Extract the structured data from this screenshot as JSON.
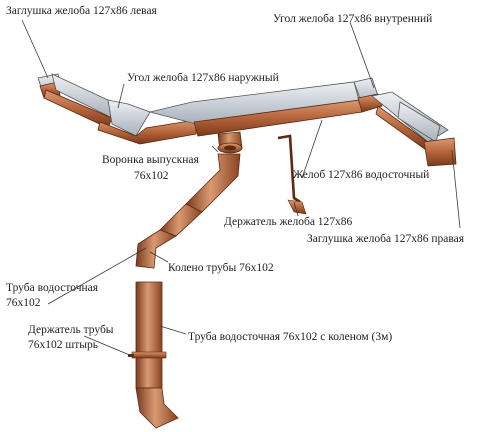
{
  "colors": {
    "copper": "#b5643a",
    "copper_dark": "#7a3a1c",
    "copper_light": "#d99a72",
    "inner": "#cfd5dc",
    "inner_dark": "#9aa3ad",
    "line": "#3a3a3a"
  },
  "labels": {
    "end_cap_left": "Заглушка желоба 127х86 левая",
    "inner_corner": "Угол желоба 127х86 внутренний",
    "outer_corner": "Угол желоба 127х86 наружный",
    "funnel_line1": "Воронка выпускная",
    "funnel_line2": "76х102",
    "gutter": "Желоб 127х86 водосточный",
    "gutter_holder": "Держатель желоба 127х86",
    "end_cap_right": "Заглушка желоба 127х86 правая",
    "elbow": "Колено трубы 76х102",
    "pipe_line1": "Труба водосточная",
    "pipe_line2": "76х102",
    "pipe_holder_line1": "Держатель трубы",
    "pipe_holder_line2": "76х102 штырь",
    "pipe_with_elbow": "Труба водосточная 76х102 с коленом (3м)"
  }
}
